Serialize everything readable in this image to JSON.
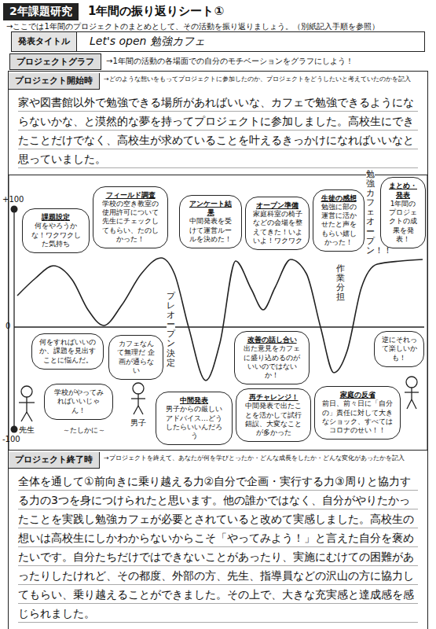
{
  "diagram": {
    "title": "1年間の振り返りシート①",
    "nodes": [
      {
        "text": [
          "2年課題研究"
        ]
      },
      {
        "text": [
          "発表タイトル",
          "Let's open 勉強カフェ"
        ]
      },
      {
        "text": [
          "プロジェクトグラフ"
        ]
      },
      {
        "text": [
          "プロジェクト開始時",
          "家や図書館以外で勉強できる場所があればいいな、カフェで勉強できるようにならないかな、と漠然的な夢を持ってプロジェクトに参加しました。高校生にできたことだけでなく、高校生が求めていることを叶えるきっかけになればいいなと思っていました。"
        ]
      },
      {
        "text": [
          "課題設定",
          "何をやろうかな！ワクワクした気持ち"
        ]
      },
      {
        "text": [
          "フィールド調査",
          "学校の空き教室の使用許可について先生にチェックしてもらい、たのしかった！"
        ]
      },
      {
        "text": [
          "アンケート結果",
          "中間発表を受けて運営ルールを決めた！"
        ]
      },
      {
        "text": [
          "オープン準備",
          "家庭科室の椅子などの会場を整えてきた！いよいよ！ワクワク"
        ]
      },
      {
        "text": [
          "生徒の感想",
          "勉強に部の運営に活かせたと声をもらい嬉しかった！"
        ]
      },
      {
        "text": [
          "まとめ・発表",
          "1年間のプロジェクトの成果を発表！"
        ]
      },
      {
        "text": [
          "何をすればいいのか、課題を見出すことに悩んだ。"
        ]
      },
      {
        "text": [
          "カフェなんて無理だ 企画が通らない"
        ]
      },
      {
        "text": [
          "学校がやってみればいいじゃん！"
        ]
      },
      {
        "text": [
          "中間発表",
          "男子からの厳しいアドバイス…どうしたらいいんだろう"
        ]
      },
      {
        "text": [
          "改善の話し合い",
          "出た意見をカフェに盛り込めるのがいいのではないか！"
        ]
      },
      {
        "text": [
          "再チャレンジ！",
          "中間発表で出たことを活かして試行錯誤、大変なことが多かった"
        ]
      },
      {
        "text": [
          "逆にそれって楽しいかも！"
        ]
      },
      {
        "text": [
          "家庭の反省",
          "前日、前々日に「自分の」責任に対して大きなショック、すべてはコロナのせい！！"
        ]
      },
      {
        "text": [
          "プロジェクト終了時",
          "全体を通して①前向きに乗り越える力②自分で企画・実行する力③周りと協力する力の3つを身につけられたと思います。他の誰かではなく、自分がやりたかったことを実践し勉強カフェが必要とされていると改めて実感しました。高校生の想いは高校生にしかわからないからこそ「やってみよう！」と言えた自分を褒めたいです。自分たちだけではできないことがあったり、実施にむけての困難があったりしたけれど、その都度、外部の方、先生、指導員などの沢山の方に協力してもらい、乗り越えることができました。その上で、大きな充実感と達成感を感じられました。"
        ]
      }
    ],
    "labels": [
      "→ここでは1年間のプロジェクトのまとめとして、その活動を振り返りましょう。（別紙記入手順を参照）",
      "→1年間の活動の各場面での自分のモチベーションをグラフにしよう！",
      "→どのような想いをもってプロジェクトに参加したのか、プロジェクトをどうしたいと考えていたのかを記入",
      "+100",
      "0",
      "-100",
      "プレオープン決定",
      "作業分担",
      "勉強カフェオープン！！",
      "先生",
      "男子",
      "～たしかに～",
      "→プロジェクトを終えて、あなたが何を学びとったか・どんな成長をしたか・どんな変化があったかを記入"
    ]
  }
}
